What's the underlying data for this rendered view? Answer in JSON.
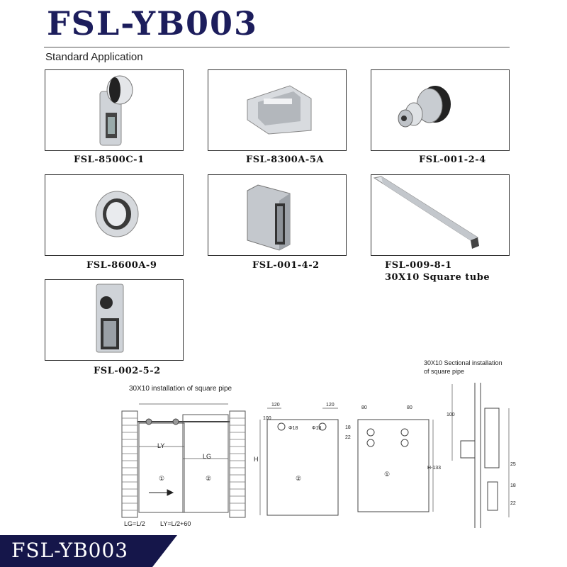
{
  "header": {
    "title": "FSL-YB003",
    "subtitle": "Standard Application"
  },
  "products": [
    {
      "code": "FSL-8500C-1",
      "line2": ""
    },
    {
      "code": "FSL-8300A-5A",
      "line2": ""
    },
    {
      "code": "FSL-001-2-4",
      "line2": ""
    },
    {
      "code": "FSL-8600A-9",
      "line2": ""
    },
    {
      "code": "FSL-001-4-2",
      "line2": ""
    },
    {
      "code": "FSL-009-8-1",
      "line2": "30X10 Square tube"
    },
    {
      "code": "FSL-002-5-2",
      "line2": ""
    }
  ],
  "drawings": {
    "installation_title": "30X10 installation of square pipe",
    "sectional_title_line1": "30X10 Sectional installation",
    "sectional_title_line2": "of square pipe",
    "formula_lg": "LG=L/2",
    "formula_ly": "LY=L/2+60",
    "dim_ly": "LY",
    "dim_lg": "LG",
    "dim_120a": "120",
    "dim_120b": "120",
    "dim_100": "100",
    "dim_h": "H",
    "dim_phi18a": "Φ18",
    "dim_phi18b": "Φ18",
    "dim_80a": "80",
    "dim_80b": "80",
    "dim_18": "18",
    "dim_22": "22",
    "dim_h133": "H-133",
    "dim_100b": "100",
    "dim_25": "25",
    "dim_18b": "18",
    "dim_22b": "22",
    "panel1": "①",
    "panel2": "②",
    "panel2b": "②",
    "panel1b": "①"
  },
  "footer": {
    "banner": "FSL-YB003"
  },
  "colors": {
    "title": "#1c1d5c",
    "banner": "#15164a"
  }
}
